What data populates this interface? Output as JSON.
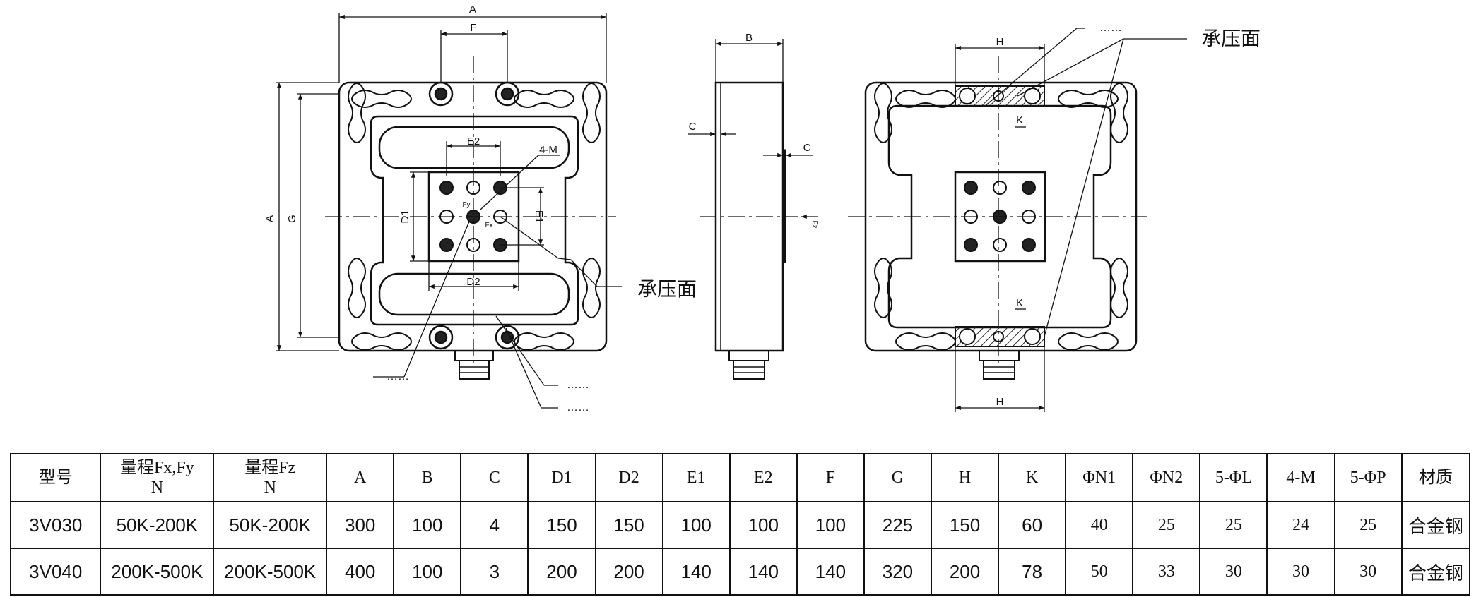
{
  "drawing": {
    "front_view": {
      "dims": {
        "a_top": "A",
        "f_top": "F",
        "a_left": "A",
        "g_left": "G",
        "e2": "E2",
        "d1": "D1",
        "e1": "E1",
        "d2": "D2",
        "four_m": "4-M",
        "fy": "Fy",
        "fx": "Fx"
      },
      "pressure_face": "承压面",
      "leader_dots": [
        "……",
        "……",
        "……"
      ]
    },
    "side_view": {
      "dims": {
        "b": "B",
        "c_left": "C",
        "c_right": "C",
        "fz": "Fz"
      }
    },
    "back_view": {
      "dims": {
        "h_top": "H",
        "h_bottom": "H",
        "k_top": "K",
        "k_bottom": "K"
      },
      "pressure_face": "承压面",
      "leader_dots": "……"
    }
  },
  "spec_table": {
    "headers": [
      {
        "line1": "型号",
        "line2": ""
      },
      {
        "line1": "量程Fx,Fy",
        "line2": "N"
      },
      {
        "line1": "量程Fz",
        "line2": "N"
      },
      {
        "line1": "A",
        "line2": ""
      },
      {
        "line1": "B",
        "line2": ""
      },
      {
        "line1": "C",
        "line2": ""
      },
      {
        "line1": "D1",
        "line2": ""
      },
      {
        "line1": "D2",
        "line2": ""
      },
      {
        "line1": "E1",
        "line2": ""
      },
      {
        "line1": "E2",
        "line2": ""
      },
      {
        "line1": "F",
        "line2": ""
      },
      {
        "line1": "G",
        "line2": ""
      },
      {
        "line1": "H",
        "line2": ""
      },
      {
        "line1": "K",
        "line2": ""
      },
      {
        "line1": "ΦN1",
        "line2": ""
      },
      {
        "line1": "ΦN2",
        "line2": ""
      },
      {
        "line1": "5-ΦL",
        "line2": ""
      },
      {
        "line1": "4-M",
        "line2": ""
      },
      {
        "line1": "5-ΦP",
        "line2": ""
      },
      {
        "line1": "材质",
        "line2": ""
      }
    ],
    "rows": [
      [
        "3V030",
        "50K-200K",
        "50K-200K",
        "300",
        "100",
        "4",
        "150",
        "150",
        "100",
        "100",
        "100",
        "225",
        "150",
        "60",
        "40",
        "25",
        "25",
        "24",
        "25",
        "合金钢"
      ],
      [
        "3V040",
        "200K-500K",
        "200K-500K",
        "400",
        "100",
        "3",
        "200",
        "200",
        "140",
        "140",
        "140",
        "320",
        "200",
        "78",
        "50",
        "33",
        "30",
        "30",
        "30",
        "合金钢"
      ]
    ]
  }
}
